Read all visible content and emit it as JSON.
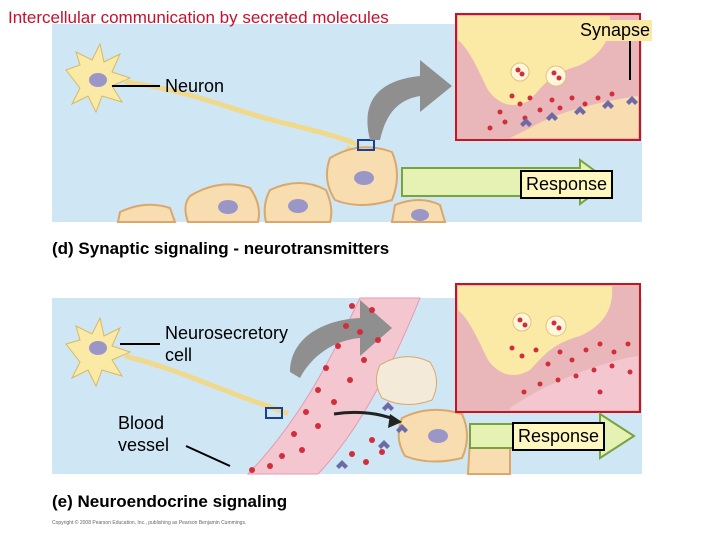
{
  "title": "Intercellular communication by secreted molecules",
  "panel_d": {
    "neuron_label": "Neuron",
    "synapse_label": "Synapse",
    "response_label": "Response",
    "caption": "(d) Synaptic signaling - neurotransmitters"
  },
  "panel_e": {
    "neurosecretory_label_1": "Neurosecretory",
    "neurosecretory_label_2": "cell",
    "blood_label_1": "Blood",
    "blood_label_2": "vessel",
    "response_label": "Response",
    "caption": "(e) Neuroendocrine signaling"
  },
  "copyright": "Copyright © 2008 Pearson Education, Inc., publishing as Pearson Benjamin Cummings.",
  "colors": {
    "background_panel": "#cfe6f5",
    "inset_frame": "#c8141e",
    "inset_bg": "#e9b7b9",
    "terminal": "#fbe9a6",
    "cell_fill": "#f8ddb0",
    "nucleus": "#9a96c7",
    "vesicle": "#d22d3b",
    "receptor": "#6e6aa8",
    "blood_vessel": "#f4c6d0",
    "arrow_gray": "#8f8f8f",
    "arrow_green_fill": "#e6f2b3",
    "title_red": "#c8102e"
  }
}
